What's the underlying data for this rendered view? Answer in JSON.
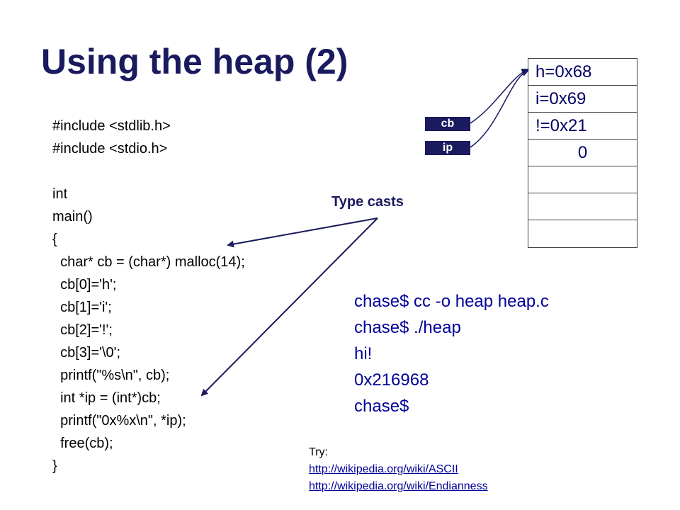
{
  "slide": {
    "title": "Using the heap (2)",
    "code_lines": [
      "#include <stdlib.h>",
      "#include <stdio.h>",
      "",
      "int",
      "main()",
      "{",
      "  char* cb = (char*) malloc(14);",
      "  cb[0]='h';",
      "  cb[1]='i';",
      "  cb[2]='!';",
      "  cb[3]='\\0';",
      "  printf(\"%s\\n\", cb);",
      "  int *ip = (int*)cb;",
      "  printf(\"0x%x\\n\", *ip);",
      "  free(cb);",
      "}"
    ],
    "annotation": "Type casts",
    "terminal_lines": [
      "chase$ cc -o heap heap.c",
      "chase$ ./heap",
      "hi!",
      "0x216968",
      "chase$"
    ],
    "pointers": {
      "cb": "cb",
      "ip": "ip"
    },
    "memory_cells": [
      "h=0x68",
      "i=0x69",
      "!=0x21",
      "0",
      "",
      "",
      ""
    ],
    "try": {
      "label": "Try:",
      "links": [
        "http://wikipedia.org/wiki/ASCII",
        "http://wikipedia.org/wiki/Endianness"
      ]
    },
    "colors": {
      "title": "#1a1a5e",
      "terminal": "#000099",
      "pointer_box": "#1a1a5e"
    }
  }
}
